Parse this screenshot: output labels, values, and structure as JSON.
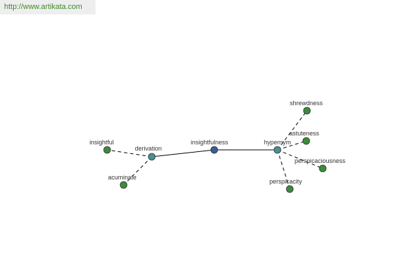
{
  "watermark": {
    "text": "http://www.artikata.com"
  },
  "colors": {
    "leaf": "#3d8b3d",
    "hub": "#4a8f8f",
    "center": "#3d5a9a",
    "stroke": "#333333",
    "edge": "#000000"
  },
  "nodes": [
    {
      "id": "insightfulness",
      "label": "insightfulness",
      "kind": "center"
    },
    {
      "id": "derivation",
      "label": "derivation",
      "kind": "hub"
    },
    {
      "id": "hypernym",
      "label": "hypernym",
      "kind": "hub"
    },
    {
      "id": "insightful",
      "label": "insightful",
      "kind": "leaf"
    },
    {
      "id": "acuminate",
      "label": "acuminate",
      "kind": "leaf"
    },
    {
      "id": "shrewdness",
      "label": "shrewdness",
      "kind": "leaf"
    },
    {
      "id": "astuteness",
      "label": "astuteness",
      "kind": "leaf"
    },
    {
      "id": "perspicaciousness",
      "label": "perspicaciousness",
      "kind": "leaf"
    },
    {
      "id": "perspicacity",
      "label": "perspicacity",
      "kind": "leaf"
    }
  ],
  "edges": [
    {
      "from": "insightfulness",
      "to": "derivation",
      "style": "solid"
    },
    {
      "from": "insightfulness",
      "to": "hypernym",
      "style": "solid"
    },
    {
      "from": "derivation",
      "to": "insightful",
      "style": "dashed"
    },
    {
      "from": "derivation",
      "to": "acuminate",
      "style": "dashed"
    },
    {
      "from": "hypernym",
      "to": "shrewdness",
      "style": "dashed"
    },
    {
      "from": "hypernym",
      "to": "astuteness",
      "style": "dashed"
    },
    {
      "from": "hypernym",
      "to": "perspicaciousness",
      "style": "dashed"
    },
    {
      "from": "hypernym",
      "to": "perspicacity",
      "style": "dashed"
    }
  ]
}
